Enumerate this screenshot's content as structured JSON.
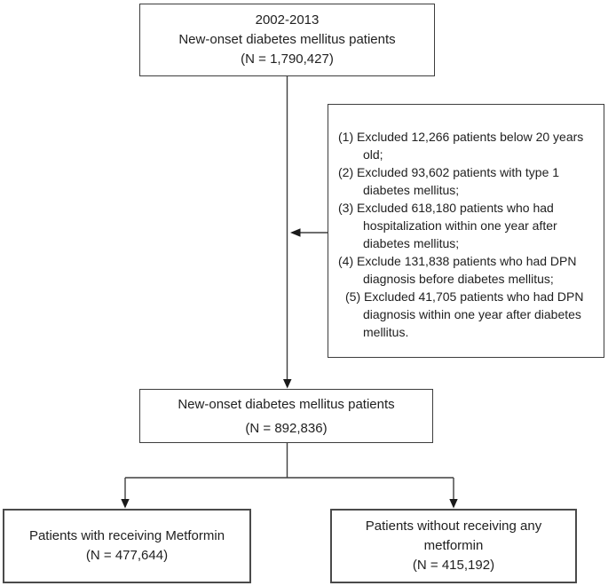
{
  "flow": {
    "top_box": {
      "lines": [
        "2002-2013",
        "New-onset diabetes mellitus patients",
        "(N = 1,790,427)"
      ]
    },
    "exclusion_box": {
      "items": [
        "(1) Excluded 12,266 patients below 20 years\nold;",
        "(2) Excluded 93,602 patients with type 1\ndiabetes mellitus;",
        "(3) Excluded 618,180 patients who had\nhospitalization within one year after\ndiabetes mellitus;",
        "(4) Exclude 131,838 patients who had DPN\ndiagnosis before diabetes mellitus;",
        "(5) Excluded 41,705 patients who had DPN\ndiagnosis within one year after diabetes\nmellitus."
      ]
    },
    "middle_box": {
      "lines": [
        "New-onset diabetes mellitus patients",
        "(N = 892,836)"
      ]
    },
    "bottom_left_box": {
      "lines": [
        "Patients with receiving Metformin",
        "(N = 477,644)"
      ]
    },
    "bottom_right_box": {
      "lines": [
        "Patients without receiving any",
        "metformin",
        "(N = 415,192)"
      ]
    },
    "colors": {
      "line": "#3f3f3f",
      "arrow_fill": "#1a1a1a",
      "border": "#3d3d3d",
      "text": "#212121"
    }
  }
}
